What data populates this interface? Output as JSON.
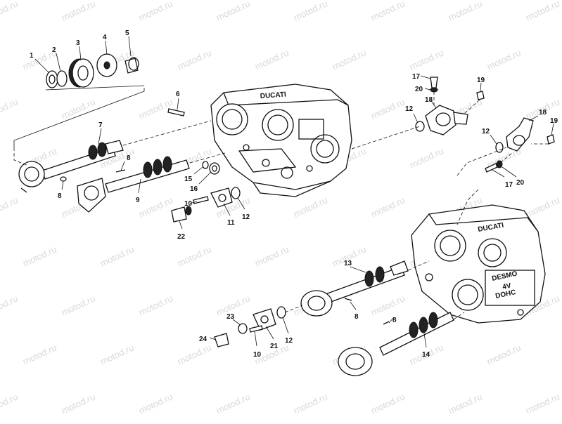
{
  "watermark": "motod.ru",
  "callouts": [
    "1",
    "2",
    "3",
    "4",
    "5",
    "6",
    "7",
    "8",
    "8",
    "8",
    "8",
    "9",
    "10",
    "10",
    "11",
    "12",
    "12",
    "12",
    "12",
    "13",
    "14",
    "15",
    "16",
    "17",
    "17",
    "18",
    "18",
    "19",
    "19",
    "20",
    "20",
    "21",
    "22",
    "23",
    "24"
  ],
  "housing_text": {
    "upper": "DUCATI",
    "lower_1": "DESMO",
    "lower_2": "4V",
    "lower_3": "DOHC"
  }
}
